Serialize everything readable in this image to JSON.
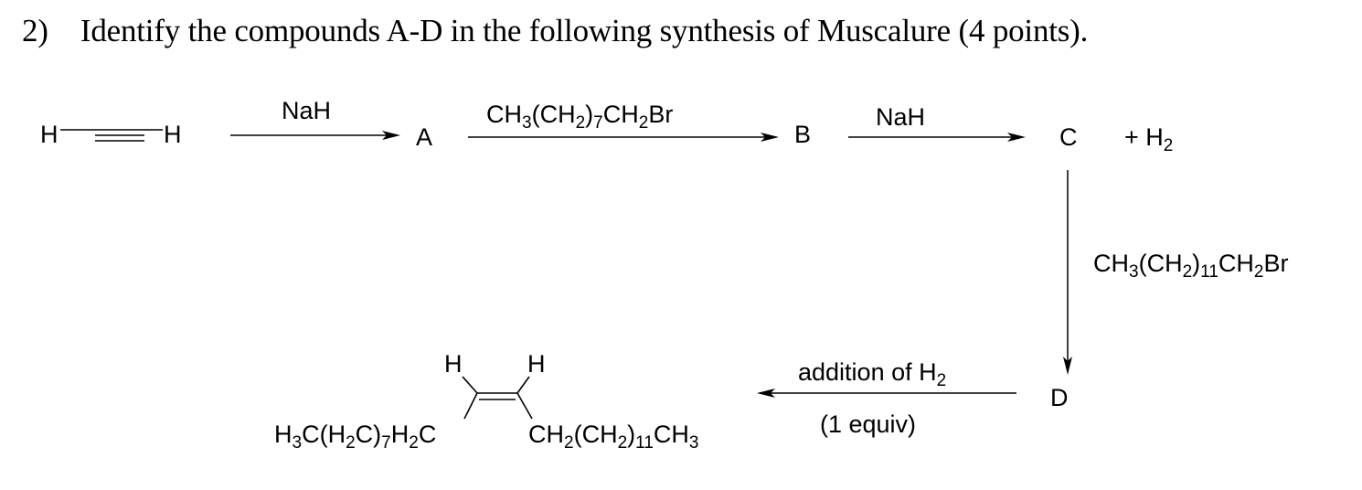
{
  "question": {
    "number": "2)",
    "text": "Identify the compounds A-D in the following synthesis of Muscalure (4 points)."
  },
  "start_molecule": {
    "left_atom": "H",
    "right_atom": "H"
  },
  "compounds": {
    "a": "A",
    "b": "B",
    "c": "C",
    "d": "D"
  },
  "byproduct": {
    "prefix": "+ H",
    "sub": "2"
  },
  "step1": {
    "reagent": "NaH"
  },
  "step2": {
    "reagent_parts": [
      "CH",
      "3",
      "(CH",
      "2",
      ")",
      "7",
      "CH",
      "2",
      "Br"
    ]
  },
  "step3": {
    "reagent": "NaH"
  },
  "step4": {
    "reagent_parts": [
      "CH",
      "3",
      "(CH",
      "2",
      ")",
      "11",
      "CH",
      "2",
      "Br"
    ]
  },
  "step5": {
    "reagent_line1": [
      "addition of H",
      "2"
    ],
    "reagent_line2": "(1 equiv)"
  },
  "product": {
    "h_left": "H",
    "h_right": "H",
    "left_group_parts": [
      "H",
      "3",
      "C(H",
      "2",
      "C)",
      "7",
      "H",
      "2",
      "C"
    ],
    "right_group_parts": [
      "CH",
      "2",
      "(CH",
      "2",
      ")",
      "11",
      "CH",
      "3"
    ]
  }
}
